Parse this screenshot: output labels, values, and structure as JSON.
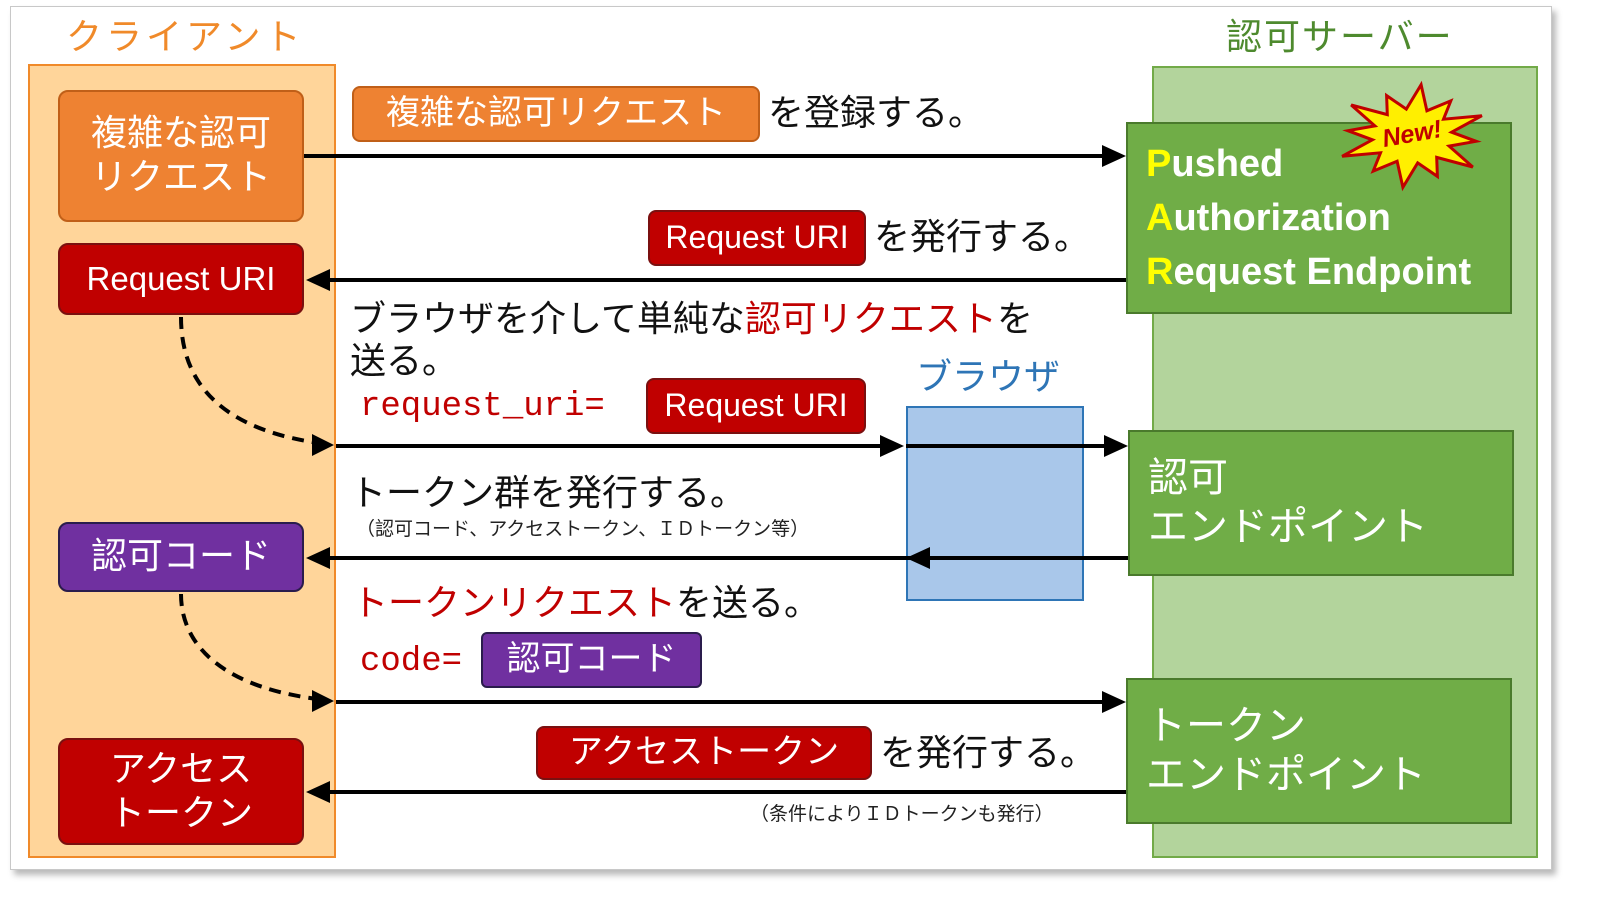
{
  "client": {
    "title": "クライアント",
    "complex_request_label": "複雑な認可\nリクエスト",
    "request_uri_label": "Request URI",
    "auth_code_label": "認可コード",
    "access_token_label": "アクセス\nトークン"
  },
  "server": {
    "title": "認可サーバー",
    "par_lines": [
      {
        "first": "P",
        "rest": "ushed"
      },
      {
        "first": "A",
        "rest": "uthorization"
      },
      {
        "first": "R",
        "rest": "equest Endpoint"
      }
    ],
    "new_badge": "New!",
    "authorization_endpoint": "認可\nエンドポイント",
    "token_endpoint": "トークン\nエンドポイント"
  },
  "browser": {
    "title": "ブラウザ"
  },
  "steps": {
    "register": {
      "badge": "複雑な認可リクエスト",
      "suffix": "を登録する。"
    },
    "issue_uri": {
      "badge": "Request URI",
      "suffix": "を発行する。"
    },
    "send_simple": {
      "prefix": "ブラウザを介して単純な",
      "highlight": "認可リクエスト",
      "suffix": "を",
      "line2": "送る。",
      "param": "request_uri=",
      "param_badge": "Request URI"
    },
    "issue_tokens": {
      "text": "トークン群を発行する。",
      "note": "（認可コード、アクセストークン、ＩＤトークン等）"
    },
    "token_request": {
      "highlight": "トークンリクエスト",
      "suffix": "を送る。",
      "param": "code=",
      "param_badge": "認可コード"
    },
    "issue_access": {
      "badge": "アクセストークン",
      "suffix": "を発行する。",
      "note": "（条件によりＩＤトークンも発行）"
    }
  },
  "colors": {
    "client_lane": "#ffd59a",
    "server_lane": "#b3d49c",
    "orange": "#ee8232",
    "red": "#c00000",
    "purple": "#7030a0",
    "green": "#70ad47",
    "browser": "#a9c7ea",
    "browser_title": "#2e75b6",
    "client_title": "#f08a2a",
    "server_title": "#4e8a2e",
    "par_accent": "#ffff00",
    "new_badge": "#ffef00"
  }
}
